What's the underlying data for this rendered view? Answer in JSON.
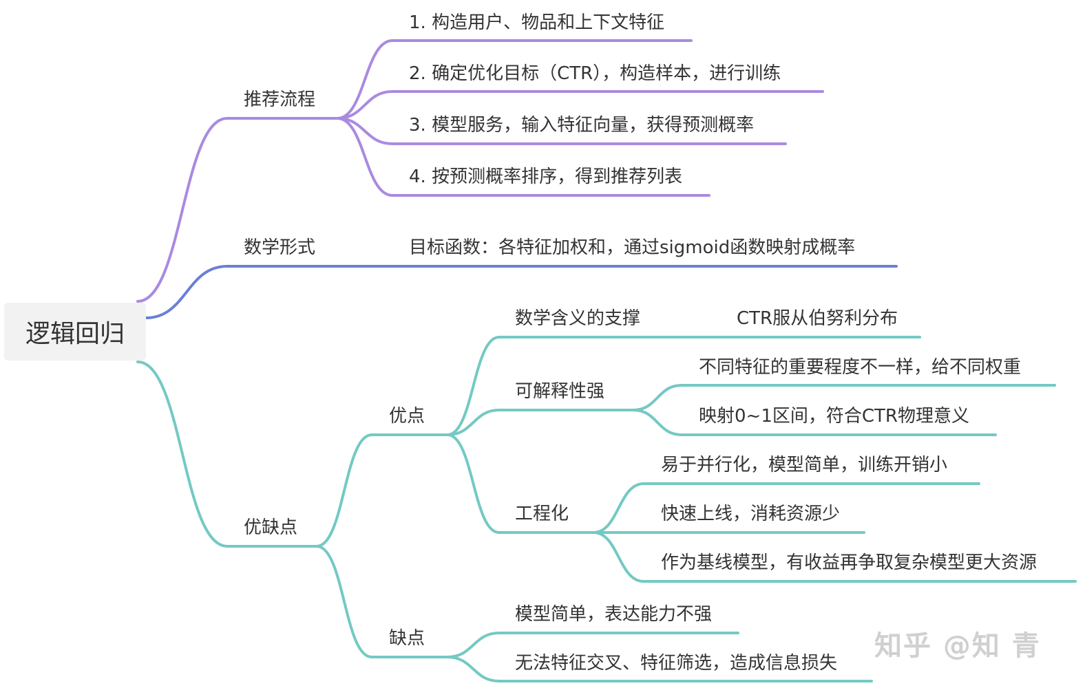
{
  "root": {
    "label": "逻辑回归"
  },
  "colors": {
    "purple": "#a98ae0",
    "blue": "#6a7fd6",
    "teal": "#74c9c3",
    "text": "#333333",
    "root_bg": "#f2f2f2"
  },
  "branches": {
    "flow": {
      "label": "推荐流程",
      "items": [
        "1. 构造用户、物品和上下文特征",
        "2. 确定优化目标（CTR），构造样本，进行训练",
        "3. 模型服务，输入特征向量，获得预测概率",
        "4. 按预测概率排序，得到推荐列表"
      ]
    },
    "math": {
      "label": "数学形式",
      "item": "目标函数：各特征加权和，通过sigmoid函数映射成概率"
    },
    "proscons": {
      "label": "优缺点",
      "pros": {
        "label": "优点",
        "math_support": {
          "label": "数学含义的支撑",
          "item": "CTR服从伯努利分布"
        },
        "interpretability": {
          "label": "可解释性强",
          "items": [
            "不同特征的重要程度不一样，给不同权重",
            "映射0~1区间，符合CTR物理意义"
          ]
        },
        "engineering": {
          "label": "工程化",
          "items": [
            "易于并行化，模型简单，训练开销小",
            "快速上线，消耗资源少",
            "作为基线模型，有收益再争取复杂模型更大资源"
          ]
        }
      },
      "cons": {
        "label": "缺点",
        "items": [
          "模型简单，表达能力不强",
          "无法特征交叉、特征筛选，造成信息损失"
        ]
      }
    }
  },
  "watermark": "知乎 @知 青"
}
